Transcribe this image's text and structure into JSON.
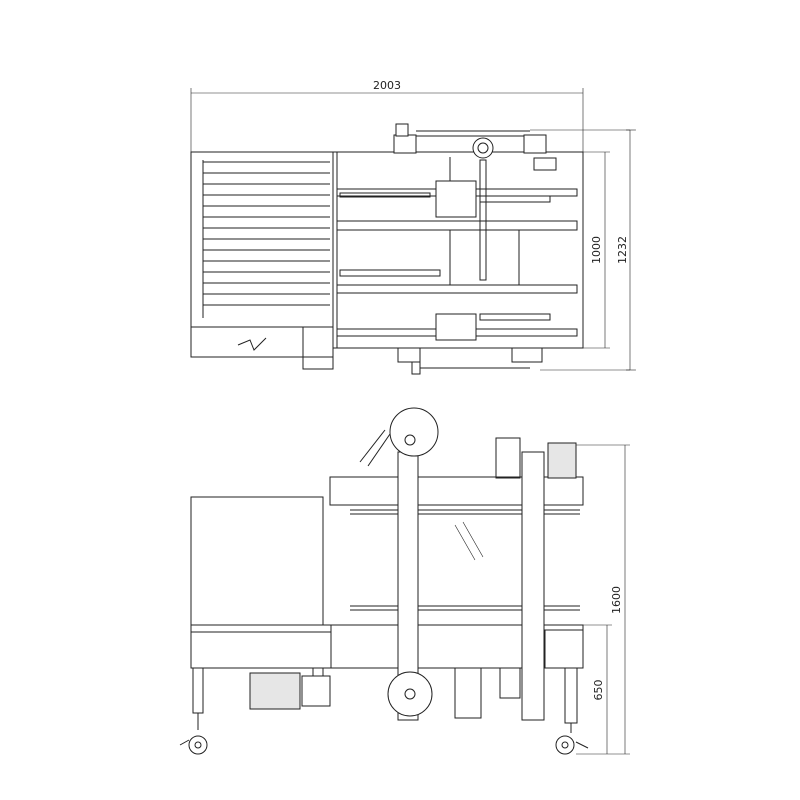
{
  "drawing": {
    "top_view": {
      "dimensions": {
        "overall_length": "2003",
        "frame_width": "1000",
        "overall_width": "1232"
      }
    },
    "side_view": {
      "dimensions": {
        "overall_height": "1600",
        "table_height": "650"
      }
    }
  }
}
